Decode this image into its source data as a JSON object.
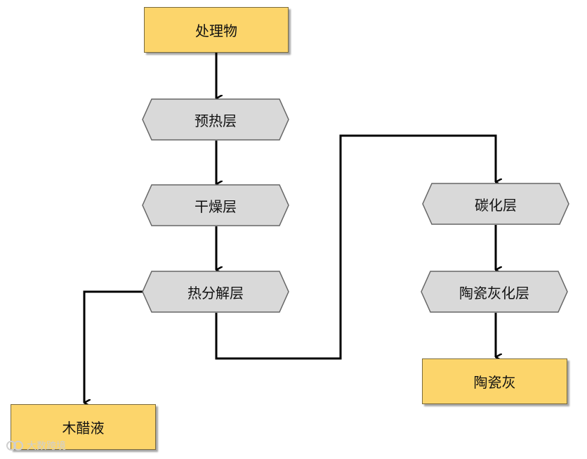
{
  "nodes": {
    "source": "处理物",
    "preheat": "预热层",
    "dry": "干燥层",
    "pyrolysis": "热分解层",
    "carbonization": "碳化层",
    "ash_layer": "陶瓷灰化层",
    "ceramic_ash": "陶瓷灰",
    "wood_vinegar": "木醋液"
  },
  "watermark": {
    "text": "大数跨境"
  },
  "colors": {
    "product_fill": "#fcd56b",
    "layer_fill": "#d9d9d9",
    "connector": "#000000"
  }
}
